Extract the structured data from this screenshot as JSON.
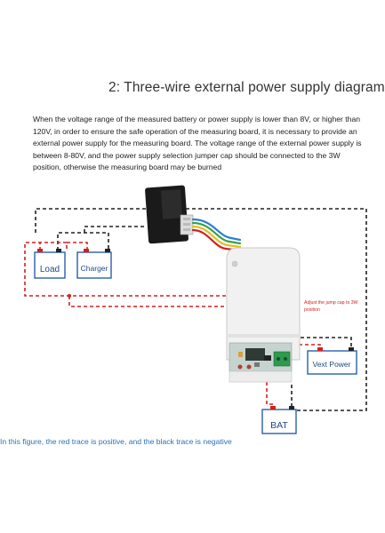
{
  "title": "2: Three-wire external power supply diagram",
  "description": "When the voltage range of the measured battery or power supply is lower than 8V, or higher than 120V, in order to ensure the safe operation of the measuring board, it is necessary to provide an external power supply for the measuring board. The voltage range of the external power supply is between 8-80V, and the power supply selection jumper cap should be connected to the 3W position, otherwise the measuring board may be burned",
  "labels": {
    "load": "Load",
    "charger": "Charger",
    "vext_power": "Vext Power",
    "bat": "BAT",
    "jumper_note_line1": "Adjust the jump cap to 3W",
    "jumper_note_line2": "position"
  },
  "caption": "In this figure, the red trace is positive, and the black trace is negative",
  "colors": {
    "positive_trace": "#d42020",
    "negative_trace": "#222222",
    "box_border": "#2b5fa8",
    "box_text": "#1e4a86",
    "caption": "#2e6fb2"
  }
}
